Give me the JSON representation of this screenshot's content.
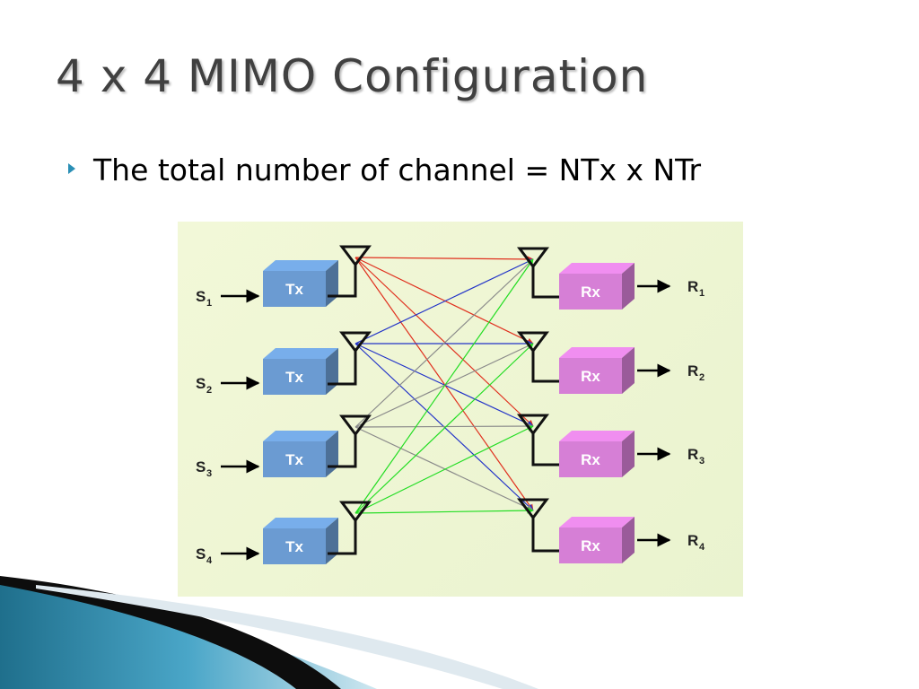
{
  "slide": {
    "title": "4 x 4 MIMO Configuration",
    "bullet": "The total number of channel = NTx x NTr"
  },
  "diagram": {
    "tx_label": "Tx",
    "rx_label": "Rx",
    "inputs": [
      {
        "base": "S",
        "sub": "1"
      },
      {
        "base": "S",
        "sub": "2"
      },
      {
        "base": "S",
        "sub": "3"
      },
      {
        "base": "S",
        "sub": "4"
      }
    ],
    "outputs": [
      {
        "base": "R",
        "sub": "1"
      },
      {
        "base": "R",
        "sub": "2"
      },
      {
        "base": "R",
        "sub": "3"
      },
      {
        "base": "R",
        "sub": "4"
      }
    ],
    "tx_colors": [
      "#e0301e",
      "#2233c8",
      "#8a8a8a",
      "#22dd22"
    ],
    "tx_box_color": "#6b9bd2",
    "rx_box_color": "#d67fd6",
    "bullet_color": "#2a8fb5",
    "background_color": "#eef5d4"
  }
}
